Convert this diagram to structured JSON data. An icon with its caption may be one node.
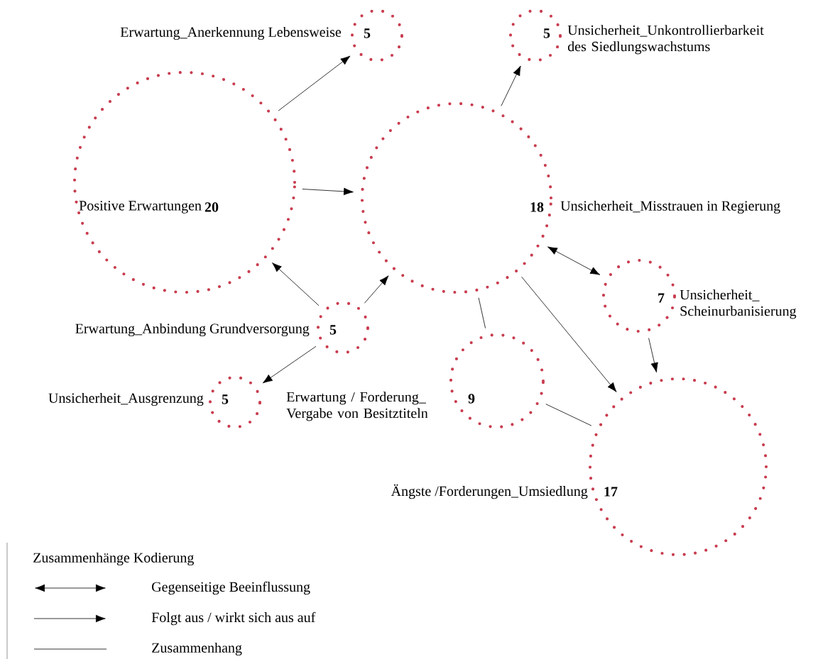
{
  "diagram": {
    "nodes": [
      {
        "text": [
          "Positive Erwartungen",
          "20"
        ]
      },
      {
        "text": [
          "5"
        ],
        "beside": [
          "Erwartung_Anerkennung Lebensweise"
        ]
      },
      {
        "text": [
          "5"
        ],
        "beside": [
          "Unsicherheit_Unkontrollierbarkeit des Siedlungswachstums"
        ]
      },
      {
        "text": [
          "18"
        ],
        "beside": [
          "Unsicherheit_Misstrauen in Regierung"
        ]
      },
      {
        "text": [
          "5"
        ],
        "beside": [
          "Erwartung_Anbindung Grundversorgung"
        ]
      },
      {
        "text": [
          "7"
        ],
        "beside": [
          "Unsicherheit_ Scheinurbanisierung"
        ]
      },
      {
        "text": [
          "5"
        ],
        "beside": [
          "Unsicherheit_Ausgrenzung"
        ]
      },
      {
        "text": [
          "9"
        ],
        "beside": [
          "Erwartung / Forderung_ Vergabe von Besitztiteln"
        ]
      },
      {
        "text": [
          "17"
        ],
        "beside": [
          "Ängste /Forderungen_Umsiedlung"
        ]
      }
    ],
    "edges": [
      {
        "from": 0,
        "to": 1,
        "arrow": "to"
      },
      {
        "from": 0,
        "to": 3,
        "arrow": "to"
      },
      {
        "from": 4,
        "to": 0,
        "arrow": "to"
      },
      {
        "from": 4,
        "to": 3,
        "arrow": "to"
      },
      {
        "from": 4,
        "to": 6,
        "arrow": "to"
      },
      {
        "from": 3,
        "to": 2,
        "arrow": "to"
      },
      {
        "from": 3,
        "to": 5,
        "arrow": "both"
      },
      {
        "from": 3,
        "to": 8,
        "arrow": "to"
      },
      {
        "from": 3,
        "to": 7,
        "arrow": "none"
      },
      {
        "from": 5,
        "to": 8,
        "arrow": "to"
      },
      {
        "from": 7,
        "to": 8,
        "arrow": "none"
      }
    ],
    "labels": [
      "Zusammenhänge Kodierung"
    ],
    "legend": [
      {
        "text": "Gegenseitige Beeinflussung"
      },
      {
        "text": "Folgt aus / wirkt sich aus auf"
      },
      {
        "text": "Zusammenhang"
      }
    ]
  }
}
